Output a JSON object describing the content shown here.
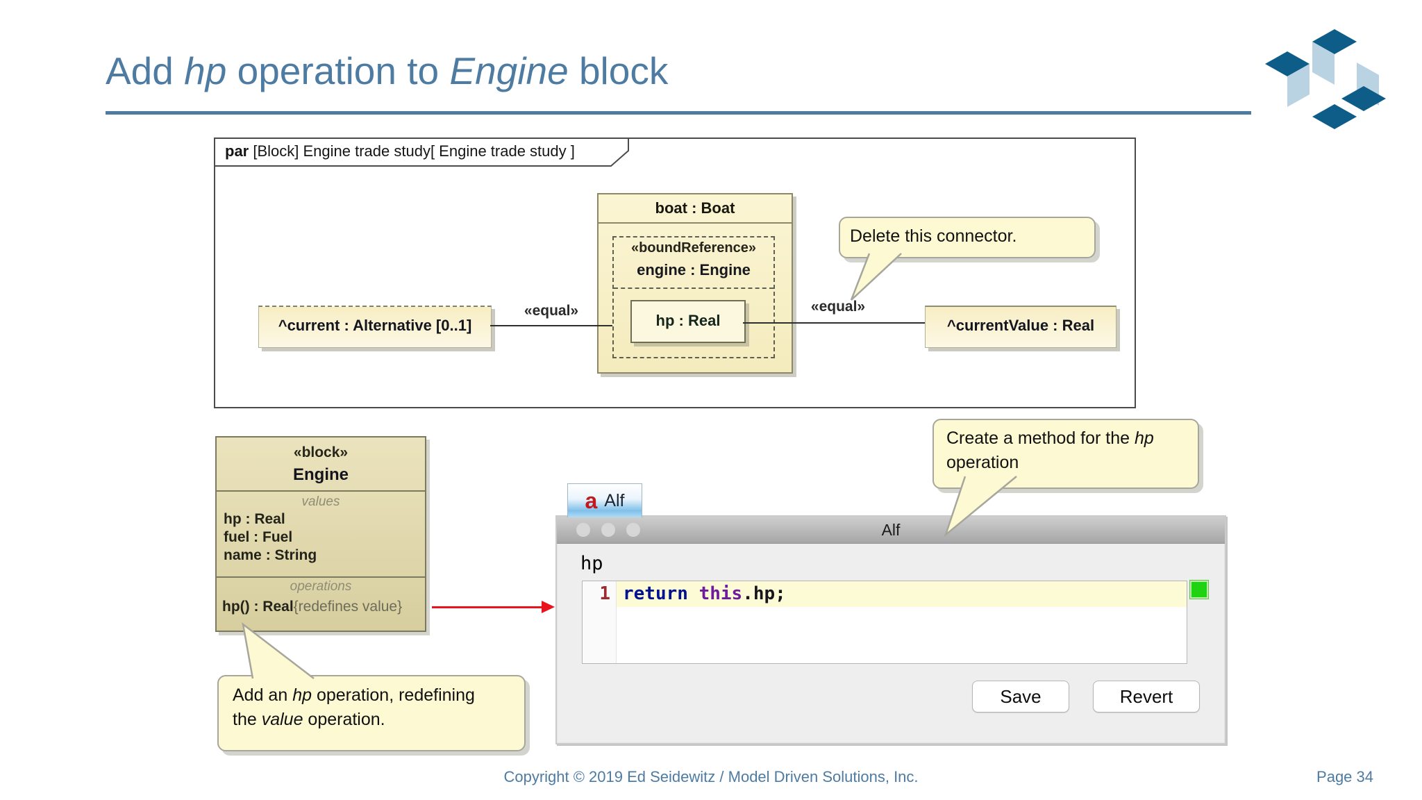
{
  "colors": {
    "accent_blue": "#4e7ba2",
    "callout_bg": "#fcf9d3",
    "diagram_yellow": "#faf3cc",
    "engine_tan": "#e3dbb0",
    "logo_dark": "#0e5d88",
    "logo_light": "#b9d3e2",
    "status_green": "#1fd312",
    "arrow_red": "#e8131c"
  },
  "title": {
    "t1": "Add ",
    "t2": "hp",
    "t3": " operation to ",
    "t4": "Engine",
    "t5": " block"
  },
  "par_diagram": {
    "header_keyword": "par",
    "header_rest": " [Block] Engine trade study[ Engine trade study ]",
    "boat_title": "boat : Boat",
    "bound_reference_stereotype": "«boundReference»",
    "engine_part": "engine : Engine",
    "hp_value": "hp : Real",
    "left_param": "^current : Alternative [0..1]",
    "right_param": "^currentValue : Real",
    "equal_left": "«equal»",
    "equal_right": "«equal»",
    "delete_callout": "Delete this connector."
  },
  "engine_block": {
    "stereotype": "«block»",
    "name": "Engine",
    "values_label": "values",
    "values": [
      "hp : Real",
      "fuel : Fuel",
      "name : String"
    ],
    "operations_label": "operations",
    "operation": "hp() : Real",
    "operation_modifier": "{redefines value}"
  },
  "callout_add_operation": {
    "pre1": "Add an ",
    "italic1": "hp",
    "post1": " operation, redefining",
    "pre2": "the ",
    "italic2": "value",
    "post2": " operation."
  },
  "callout_create_method": {
    "pre": "Create a method for the ",
    "italic": "hp",
    "line2": "operation"
  },
  "alf_editor": {
    "tab_icon": "a",
    "tab_label": "Alf",
    "titlebar_title": "Alf",
    "code_label": "hp",
    "line_number": "1",
    "code_keyword": "return ",
    "code_this": "this",
    "code_rest": ".hp;",
    "save_button": "Save",
    "revert_button": "Revert"
  },
  "footer": {
    "copyright": "Copyright © 2019 Ed Seidewitz / Model Driven Solutions, Inc.",
    "page": "Page 34"
  }
}
